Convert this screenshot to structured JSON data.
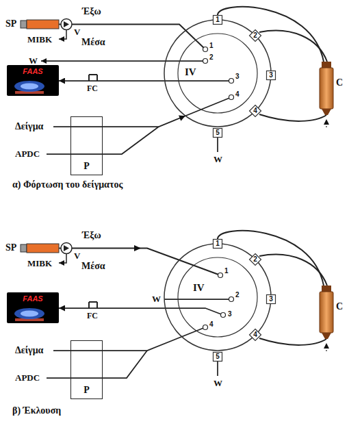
{
  "diagram": {
    "nodes": [
      {
        "text": [
          "IV"
        ]
      },
      {
        "text": [
          "FAAS"
        ]
      },
      {
        "text": [
          "P"
        ]
      },
      {
        "text": [
          "IV"
        ]
      },
      {
        "text": [
          "FAAS"
        ]
      },
      {
        "text": [
          "P"
        ]
      }
    ],
    "edges": [
      {
        "from": 0,
        "to": 1,
        "arrow": "to"
      },
      {
        "from": 2,
        "to": 0,
        "arrow": "to"
      },
      {
        "from": 3,
        "to": 4,
        "arrow": "to"
      },
      {
        "from": 5,
        "to": 3,
        "arrow": "none"
      }
    ],
    "labels": [
      "SP",
      "Έξω",
      "V",
      "MIBK",
      "Μέσα",
      "W",
      "FC",
      "1",
      "2",
      "3",
      "4",
      "5",
      "1",
      "2",
      "3",
      "4",
      "W",
      "C",
      "Δείγμα",
      "APDC",
      "α) Φόρτωση του δείγματος",
      "SP",
      "Έξω",
      "V",
      "MIBK",
      "Μέσα",
      "W",
      "FC",
      "1",
      "2",
      "3",
      "4",
      "5",
      "1",
      "2",
      "3",
      "4",
      "W",
      "C",
      "Δείγμα",
      "APDC",
      "β) Έκλουση"
    ]
  }
}
